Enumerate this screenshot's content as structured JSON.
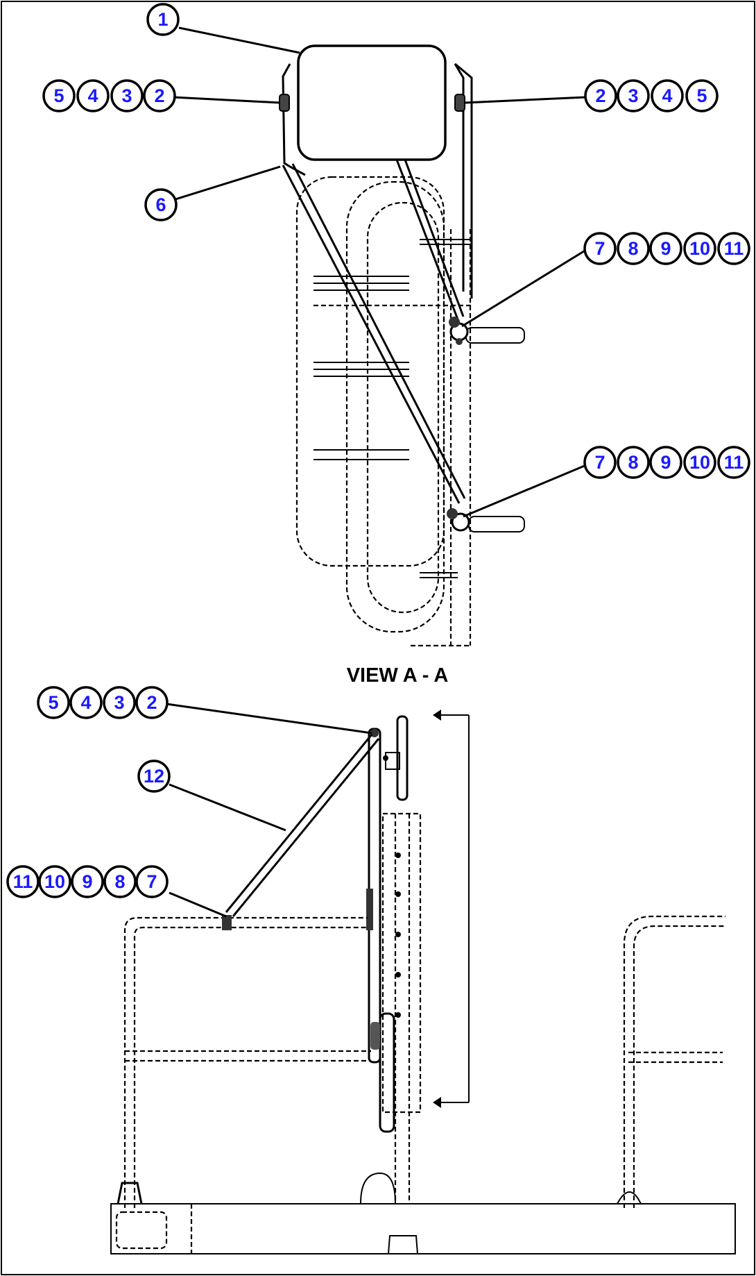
{
  "view_label": "VIEW A - A",
  "callout_groups": [
    {
      "id": "g1",
      "numbers": [
        "1"
      ]
    },
    {
      "id": "g2",
      "numbers": [
        "5",
        "4",
        "3",
        "2"
      ]
    },
    {
      "id": "g3",
      "numbers": [
        "2",
        "3",
        "4",
        "5"
      ]
    },
    {
      "id": "g4",
      "numbers": [
        "6"
      ]
    },
    {
      "id": "g5",
      "numbers": [
        "7",
        "8",
        "9",
        "10",
        "11"
      ]
    },
    {
      "id": "g6",
      "numbers": [
        "7",
        "8",
        "9",
        "10",
        "11"
      ]
    },
    {
      "id": "g7",
      "numbers": [
        "5",
        "4",
        "3",
        "2"
      ]
    },
    {
      "id": "g8",
      "numbers": [
        "12"
      ]
    },
    {
      "id": "g9",
      "numbers": [
        "11",
        "10",
        "9",
        "8",
        "7"
      ]
    }
  ],
  "colors": {
    "callout_text": "#1a1aff",
    "line": "#000000",
    "background": "#ffffff"
  }
}
